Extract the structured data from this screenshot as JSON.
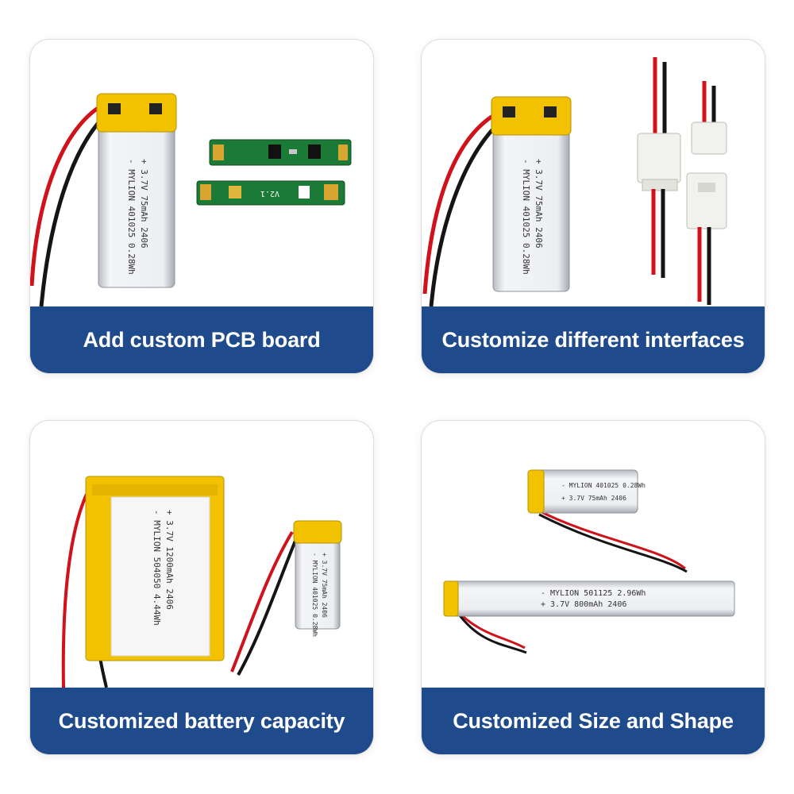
{
  "cards": [
    {
      "label": "Add custom PCB board",
      "battery": {
        "line1": "- MYLION 401025 0.28Wh",
        "line2": "+ 3.7V  75mAh  2406"
      },
      "pcb": {
        "text_top": "",
        "text_bottom": "V2.1"
      }
    },
    {
      "label": "Customize different interfaces",
      "battery": {
        "line1": "- MYLION 401025 0.28Wh",
        "line2": "+ 3.7V  75mAh  2406"
      }
    },
    {
      "label": "Customized battery capacity",
      "large_battery": {
        "line1": "- MYLION 504050 4.44Wh",
        "line2": "+ 3.7V  1200mAh  2406"
      },
      "small_battery": {
        "line1": "- MYLION 401025 0.28Wh",
        "line2": "+ 3.7V  75mAh  2406"
      }
    },
    {
      "label": "Customized Size and Shape",
      "small_battery": {
        "line1": "- MYLION 401025 0.28Wh",
        "line2": "+ 3.7V  75mAh  2406"
      },
      "long_battery": {
        "line1": "- MYLION 501125 2.96Wh",
        "line2": "+ 3.7V  800mAh  2406"
      }
    }
  ],
  "colors": {
    "label_background": "#1f4a8c",
    "label_text": "#ffffff",
    "wire_red": "#d0121b",
    "wire_black": "#151515",
    "tape_yellow": "#f2c200",
    "pcb_green": "#1c7a37",
    "cell_silver": "#e6e8ee"
  }
}
